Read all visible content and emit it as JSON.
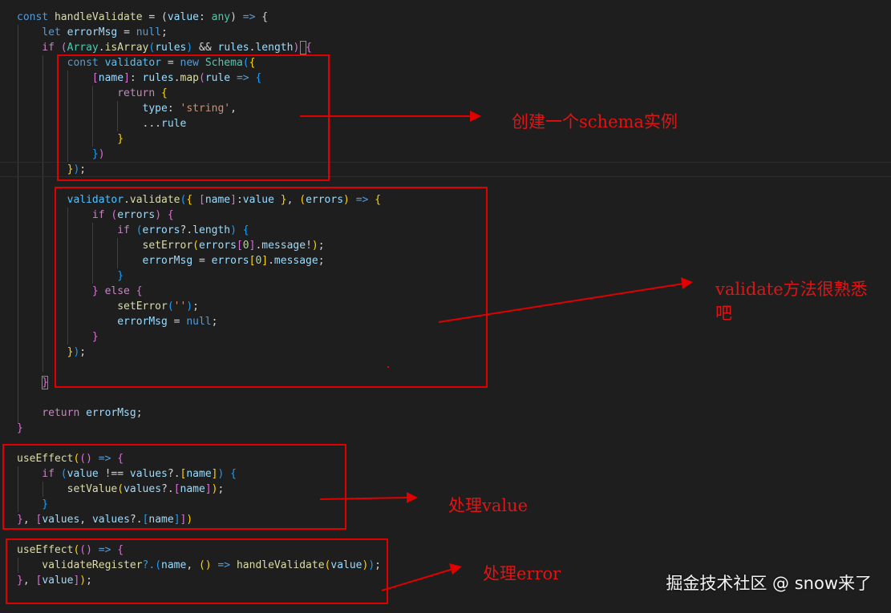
{
  "code": {
    "lines": [
      [
        [
          "const ",
          "#569cd6"
        ],
        [
          "handleValidate",
          "#dcdcaa"
        ],
        [
          " = (",
          "#d4d4d4"
        ],
        [
          "value",
          "#9cdcfe"
        ],
        [
          ": ",
          "#d4d4d4"
        ],
        [
          "any",
          "#4ec9b0"
        ],
        [
          ") ",
          "#d4d4d4"
        ],
        [
          "=>",
          "#569cd6"
        ],
        [
          " {",
          "#d4d4d4"
        ]
      ],
      [
        [
          "    let ",
          "#569cd6"
        ],
        [
          "errorMsg",
          "#9cdcfe"
        ],
        [
          " = ",
          "#d4d4d4"
        ],
        [
          "null",
          "#569cd6"
        ],
        [
          ";",
          "#d4d4d4"
        ]
      ],
      [
        [
          "    if ",
          "#c586c0"
        ],
        [
          "(",
          "#da70d6"
        ],
        [
          "Array",
          "#4ec9b0"
        ],
        [
          ".",
          "#d4d4d4"
        ],
        [
          "isArray",
          "#dcdcaa"
        ],
        [
          "(",
          "#179fff"
        ],
        [
          "rules",
          "#9cdcfe"
        ],
        [
          ")",
          "#179fff"
        ],
        [
          " && ",
          "#d4d4d4"
        ],
        [
          "rules",
          "#9cdcfe"
        ],
        [
          ".",
          "#d4d4d4"
        ],
        [
          "length",
          "#9cdcfe"
        ],
        [
          ") ",
          "#da70d6"
        ],
        [
          "{",
          "#da70d6"
        ]
      ],
      [
        [
          "        const ",
          "#569cd6"
        ],
        [
          "validator",
          "#4fc1ff"
        ],
        [
          " = ",
          "#d4d4d4"
        ],
        [
          "new ",
          "#569cd6"
        ],
        [
          "Schema",
          "#4ec9b0"
        ],
        [
          "(",
          "#179fff"
        ],
        [
          "{",
          "#ffd700"
        ]
      ],
      [
        [
          "            [",
          "#da70d6"
        ],
        [
          "name",
          "#9cdcfe"
        ],
        [
          "]",
          "#da70d6"
        ],
        [
          ": ",
          "#d4d4d4"
        ],
        [
          "rules",
          "#9cdcfe"
        ],
        [
          ".",
          "#d4d4d4"
        ],
        [
          "map",
          "#dcdcaa"
        ],
        [
          "(",
          "#da70d6"
        ],
        [
          "rule",
          "#9cdcfe"
        ],
        [
          " => ",
          "#569cd6"
        ],
        [
          "{",
          "#179fff"
        ]
      ],
      [
        [
          "                return ",
          "#c586c0"
        ],
        [
          "{",
          "#ffd700"
        ]
      ],
      [
        [
          "                    type",
          "#9cdcfe"
        ],
        [
          ": ",
          "#d4d4d4"
        ],
        [
          "'string'",
          "#ce9178"
        ],
        [
          ",",
          "#d4d4d4"
        ]
      ],
      [
        [
          "                    ...",
          "#d4d4d4"
        ],
        [
          "rule",
          "#9cdcfe"
        ]
      ],
      [
        [
          "                }",
          "#ffd700"
        ]
      ],
      [
        [
          "            }",
          "#179fff"
        ],
        [
          ")",
          "#da70d6"
        ]
      ],
      [
        [
          "        }",
          "#ffd700"
        ],
        [
          ")",
          "#179fff"
        ],
        [
          ";",
          "#d4d4d4"
        ]
      ],
      [
        [
          "",
          "#d4d4d4"
        ]
      ],
      [
        [
          "        validator",
          "#4fc1ff"
        ],
        [
          ".",
          "#d4d4d4"
        ],
        [
          "validate",
          "#dcdcaa"
        ],
        [
          "(",
          "#179fff"
        ],
        [
          "{ ",
          "#ffd700"
        ],
        [
          "[",
          "#da70d6"
        ],
        [
          "name",
          "#9cdcfe"
        ],
        [
          "]",
          "#da70d6"
        ],
        [
          ":",
          "#d4d4d4"
        ],
        [
          "value",
          "#9cdcfe"
        ],
        [
          " }",
          "#ffd700"
        ],
        [
          ", ",
          "#d4d4d4"
        ],
        [
          "(",
          "#ffd700"
        ],
        [
          "errors",
          "#9cdcfe"
        ],
        [
          ") ",
          "#ffd700"
        ],
        [
          "=> ",
          "#569cd6"
        ],
        [
          "{",
          "#ffd700"
        ]
      ],
      [
        [
          "            if ",
          "#c586c0"
        ],
        [
          "(",
          "#da70d6"
        ],
        [
          "errors",
          "#9cdcfe"
        ],
        [
          ") ",
          "#da70d6"
        ],
        [
          "{",
          "#da70d6"
        ]
      ],
      [
        [
          "                if ",
          "#c586c0"
        ],
        [
          "(",
          "#179fff"
        ],
        [
          "errors",
          "#9cdcfe"
        ],
        [
          "?.",
          "#d4d4d4"
        ],
        [
          "length",
          "#9cdcfe"
        ],
        [
          ") ",
          "#179fff"
        ],
        [
          "{",
          "#179fff"
        ]
      ],
      [
        [
          "                    setError",
          "#dcdcaa"
        ],
        [
          "(",
          "#ffd700"
        ],
        [
          "errors",
          "#9cdcfe"
        ],
        [
          "[",
          "#da70d6"
        ],
        [
          "0",
          "#b5cea8"
        ],
        [
          "]",
          "#da70d6"
        ],
        [
          ".",
          "#d4d4d4"
        ],
        [
          "message",
          "#9cdcfe"
        ],
        [
          "!",
          "#d4d4d4"
        ],
        [
          ")",
          "#ffd700"
        ],
        [
          ";",
          "#d4d4d4"
        ]
      ],
      [
        [
          "                    errorMsg",
          "#9cdcfe"
        ],
        [
          " = ",
          "#d4d4d4"
        ],
        [
          "errors",
          "#9cdcfe"
        ],
        [
          "[",
          "#ffd700"
        ],
        [
          "0",
          "#b5cea8"
        ],
        [
          "]",
          "#ffd700"
        ],
        [
          ".",
          "#d4d4d4"
        ],
        [
          "message",
          "#9cdcfe"
        ],
        [
          ";",
          "#d4d4d4"
        ]
      ],
      [
        [
          "                }",
          "#179fff"
        ]
      ],
      [
        [
          "            } ",
          "#da70d6"
        ],
        [
          "else ",
          "#c586c0"
        ],
        [
          "{",
          "#da70d6"
        ]
      ],
      [
        [
          "                setError",
          "#dcdcaa"
        ],
        [
          "(",
          "#179fff"
        ],
        [
          "''",
          "#ce9178"
        ],
        [
          ")",
          "#179fff"
        ],
        [
          ";",
          "#d4d4d4"
        ]
      ],
      [
        [
          "                errorMsg",
          "#9cdcfe"
        ],
        [
          " = ",
          "#d4d4d4"
        ],
        [
          "null",
          "#569cd6"
        ],
        [
          ";",
          "#d4d4d4"
        ]
      ],
      [
        [
          "            }",
          "#da70d6"
        ]
      ],
      [
        [
          "        }",
          "#ffd700"
        ],
        [
          ")",
          "#179fff"
        ],
        [
          ";",
          "#d4d4d4"
        ]
      ],
      [
        [
          "",
          "#d4d4d4"
        ]
      ],
      [
        [
          "    }",
          "#da70d6"
        ]
      ],
      [
        [
          "",
          "#d4d4d4"
        ]
      ],
      [
        [
          "    return ",
          "#c586c0"
        ],
        [
          "errorMsg",
          "#9cdcfe"
        ],
        [
          ";",
          "#d4d4d4"
        ]
      ],
      [
        [
          "}",
          "#da70d6"
        ]
      ],
      [
        [
          "",
          "#d4d4d4"
        ]
      ],
      [
        [
          "useEffect",
          "#dcdcaa"
        ],
        [
          "(",
          "#ffd700"
        ],
        [
          "(",
          "#da70d6"
        ],
        [
          ") ",
          "#da70d6"
        ],
        [
          "=> ",
          "#569cd6"
        ],
        [
          "{",
          "#da70d6"
        ]
      ],
      [
        [
          "    if ",
          "#c586c0"
        ],
        [
          "(",
          "#179fff"
        ],
        [
          "value",
          "#9cdcfe"
        ],
        [
          " !== ",
          "#d4d4d4"
        ],
        [
          "values",
          "#9cdcfe"
        ],
        [
          "?.",
          "#d4d4d4"
        ],
        [
          "[",
          "#ffd700"
        ],
        [
          "name",
          "#9cdcfe"
        ],
        [
          "]",
          "#ffd700"
        ],
        [
          ") ",
          "#179fff"
        ],
        [
          "{",
          "#179fff"
        ]
      ],
      [
        [
          "        setValue",
          "#dcdcaa"
        ],
        [
          "(",
          "#ffd700"
        ],
        [
          "values",
          "#9cdcfe"
        ],
        [
          "?.",
          "#d4d4d4"
        ],
        [
          "[",
          "#da70d6"
        ],
        [
          "name",
          "#9cdcfe"
        ],
        [
          "]",
          "#da70d6"
        ],
        [
          ")",
          "#ffd700"
        ],
        [
          ";",
          "#d4d4d4"
        ]
      ],
      [
        [
          "    }",
          "#179fff"
        ]
      ],
      [
        [
          "}",
          "#da70d6"
        ],
        [
          ", ",
          "#d4d4d4"
        ],
        [
          "[",
          "#da70d6"
        ],
        [
          "values",
          "#9cdcfe"
        ],
        [
          ", ",
          "#d4d4d4"
        ],
        [
          "values",
          "#9cdcfe"
        ],
        [
          "?.",
          "#d4d4d4"
        ],
        [
          "[",
          "#179fff"
        ],
        [
          "name",
          "#9cdcfe"
        ],
        [
          "]",
          "#179fff"
        ],
        [
          "]",
          "#da70d6"
        ],
        [
          ")",
          "#ffd700"
        ]
      ]
    ],
    "lines2": [
      [
        [
          "useEffect",
          "#dcdcaa"
        ],
        [
          "(",
          "#ffd700"
        ],
        [
          "(",
          "#da70d6"
        ],
        [
          ") ",
          "#da70d6"
        ],
        [
          "=> ",
          "#569cd6"
        ],
        [
          "{",
          "#da70d6"
        ]
      ],
      [
        [
          "    validateRegister",
          "#dcdcaa"
        ],
        [
          "?.(",
          "#179fff"
        ],
        [
          "name",
          "#9cdcfe"
        ],
        [
          ", ",
          "#d4d4d4"
        ],
        [
          "(",
          "#ffd700"
        ],
        [
          ") ",
          "#ffd700"
        ],
        [
          "=> ",
          "#569cd6"
        ],
        [
          "handleValidate",
          "#dcdcaa"
        ],
        [
          "(",
          "#ffd700"
        ],
        [
          "value",
          "#9cdcfe"
        ],
        [
          ")",
          "#ffd700"
        ],
        [
          ")",
          "#179fff"
        ],
        [
          ";",
          "#d4d4d4"
        ]
      ],
      [
        [
          "}",
          "#da70d6"
        ],
        [
          ", ",
          "#d4d4d4"
        ],
        [
          "[",
          "#da70d6"
        ],
        [
          "value",
          "#9cdcfe"
        ],
        [
          "]",
          "#da70d6"
        ],
        [
          ")",
          "#ffd700"
        ],
        [
          ";",
          "#d4d4d4"
        ]
      ]
    ]
  },
  "annotations": {
    "schema": "创建一个schema实例",
    "validate": "validate方法很熟悉吧",
    "value": "处理value",
    "error": "处理error"
  },
  "watermark": "掘金技术社区 @ snow来了",
  "colors": {
    "background": "#1e1e1e",
    "annotation": "#e00000"
  }
}
